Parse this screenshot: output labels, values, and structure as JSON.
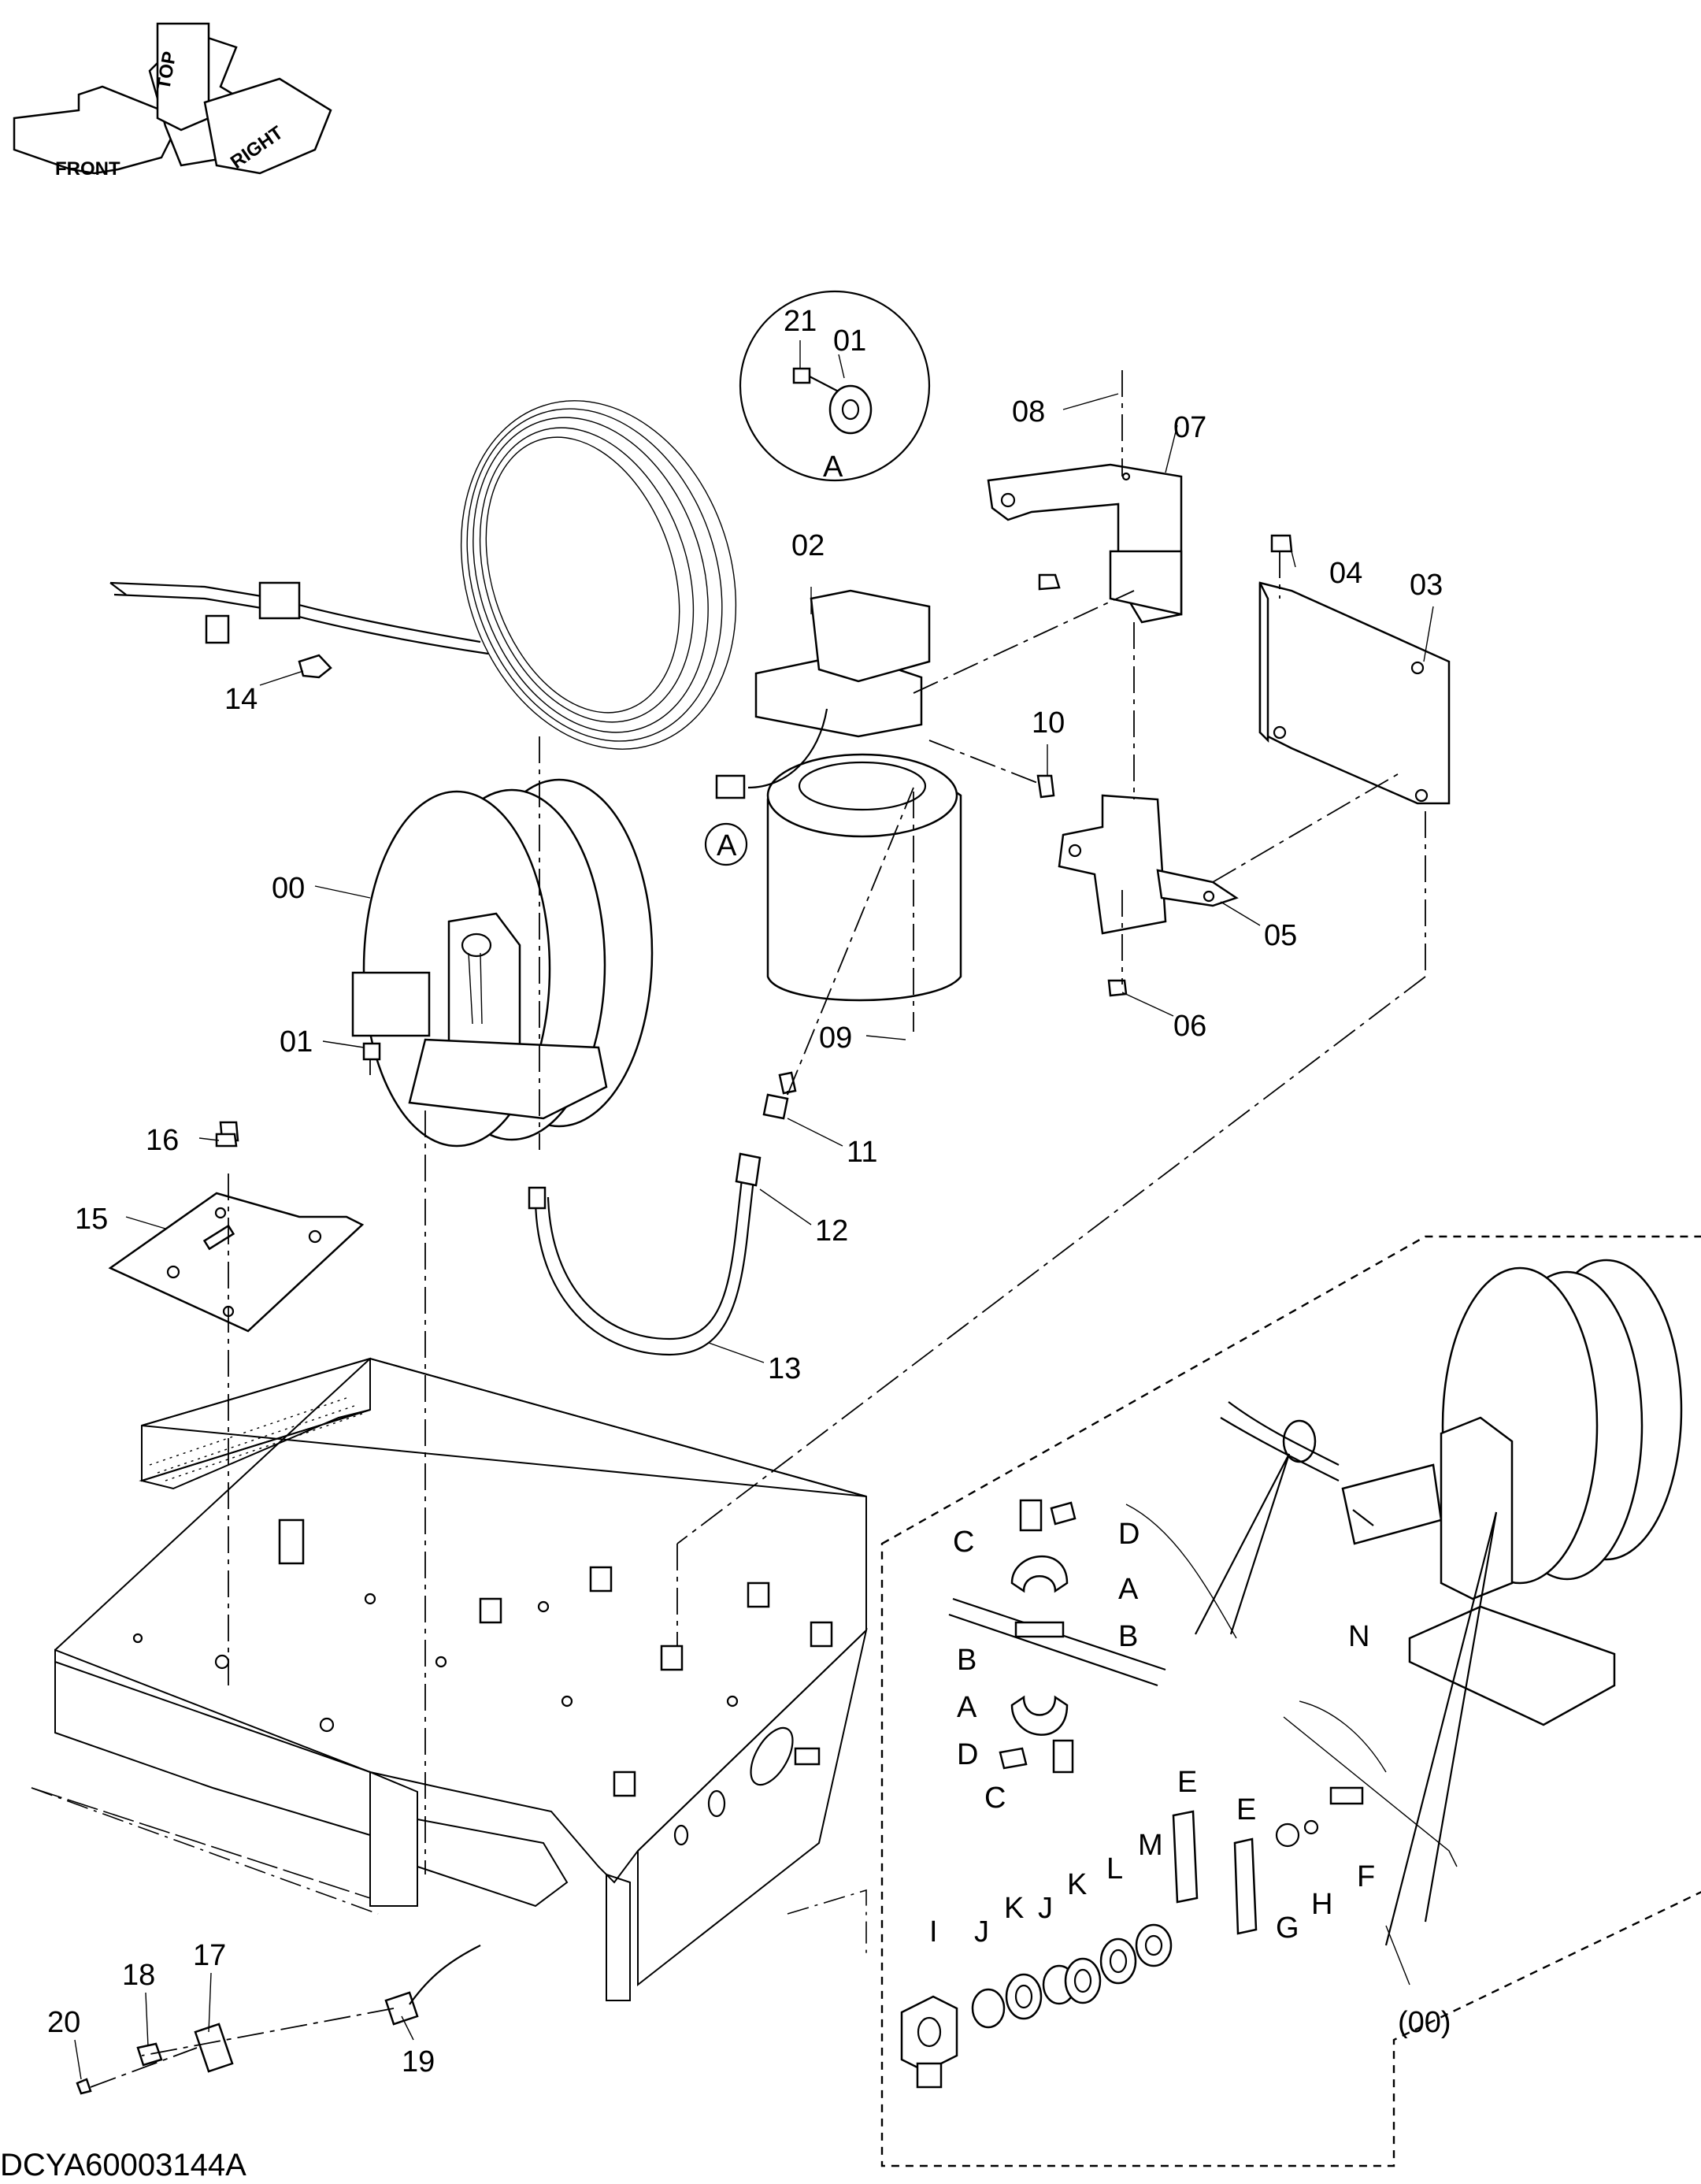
{
  "orientation": {
    "labels": [
      "FRONT",
      "TOP",
      "RIGHT"
    ]
  },
  "detail": {
    "name": "A",
    "parts": [
      "21",
      "01"
    ]
  },
  "callouts": {
    "p00": "00",
    "p01": "01",
    "p02": "02",
    "p03": "03",
    "p04": "04",
    "p05": "05",
    "p06": "06",
    "p07": "07",
    "p08": "08",
    "p09": "09",
    "p10": "10",
    "p11": "11",
    "p12": "12",
    "p13": "13",
    "p14": "14",
    "p15": "15",
    "p16": "16",
    "p17": "17",
    "p18": "18",
    "p19": "19",
    "p20": "20",
    "ref_a": "A"
  },
  "reel_breakdown": {
    "assembly_ref": "(00)",
    "letters": {
      "a1": "A",
      "a2": "A",
      "b1": "B",
      "b2": "B",
      "c1": "C",
      "c2": "C",
      "d1": "D",
      "d2": "D",
      "e1": "E",
      "e2": "E",
      "f": "F",
      "g": "G",
      "h": "H",
      "i": "I",
      "j1": "J",
      "j2": "J",
      "k1": "K",
      "k2": "K",
      "l": "L",
      "m": "M",
      "n": "N"
    }
  },
  "drawing_code": "DCYA60003144A"
}
